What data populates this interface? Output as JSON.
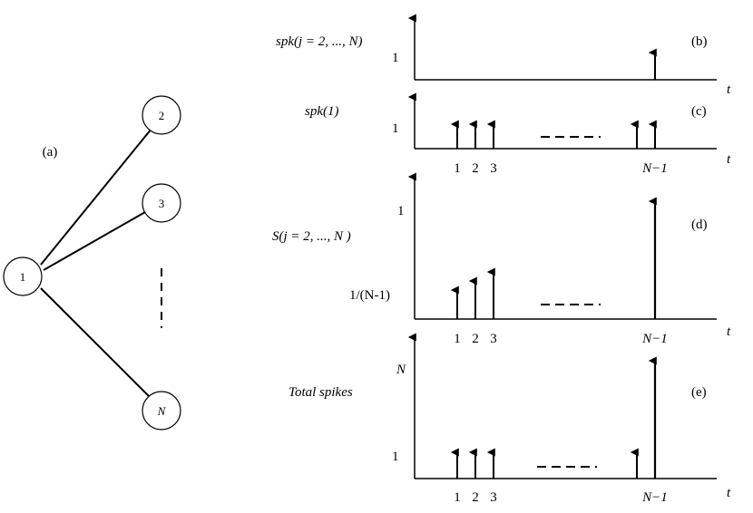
{
  "panel_a": {
    "label": "(a)",
    "nodes": [
      "1",
      "2",
      "3",
      "N"
    ]
  },
  "panel_b": {
    "label": "(b)",
    "ylabel": "spk(j = 2, ..., N)",
    "ytick": "1",
    "xaxis": "t"
  },
  "panel_c": {
    "label": "(c)",
    "ylabel": "spk(1)",
    "ytick": "1",
    "xaxis": "t",
    "xticks": [
      "1",
      "2",
      "3",
      "N−1"
    ]
  },
  "panel_d": {
    "label": "(d)",
    "ylabel": "S(j = 2, ..., N )",
    "ytick_top": "1",
    "ytick_low": "1/(N-1)",
    "xaxis": "t",
    "xticks": [
      "1",
      "2",
      "3",
      "N−1"
    ]
  },
  "panel_e": {
    "label": "(e)",
    "ylabel": "Total spikes",
    "ytick_top": "N",
    "ytick_low": "1",
    "xaxis": "t",
    "xticks": [
      "1",
      "2",
      "3",
      "N−1"
    ]
  }
}
